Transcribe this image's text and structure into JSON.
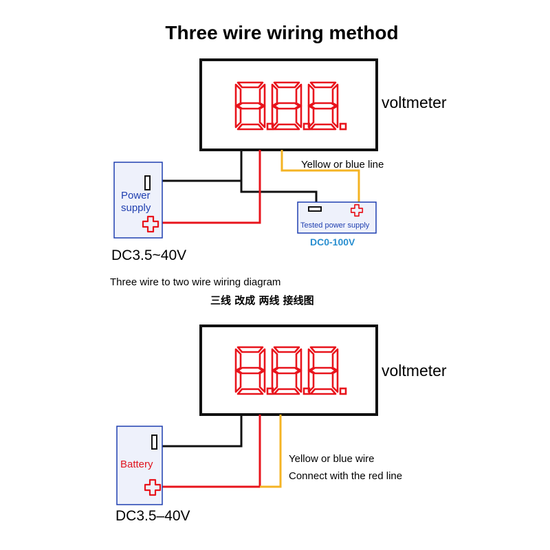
{
  "title": "Three wire wiring method",
  "top": {
    "meter_label": "voltmeter",
    "display_digits": "8.8.8.",
    "signal_wire_label": "Yellow or blue line",
    "power_box": {
      "line1": "Power",
      "line2": "supply",
      "voltage": "DC3.5~40V"
    },
    "tested_box": {
      "label": "Tested power supply",
      "range": "DC0-100V"
    }
  },
  "middle": {
    "caption_en": "Three wire to two wire wiring diagram",
    "caption_cn": "三线 改成 两线 接线图"
  },
  "bottom": {
    "meter_label": "voltmeter",
    "display_digits": "8.8.8.",
    "note_line1": "Yellow or blue wire",
    "note_line2": "Connect with the red line",
    "battery_box": {
      "label": "Battery",
      "voltage": "DC3.5–40V"
    }
  },
  "colors": {
    "segment": "#e8141c",
    "wire_red": "#e8141c",
    "wire_yellow": "#f4b323",
    "wire_black": "#111111",
    "box_border": "#1f3fb0",
    "box_fill": "#eef1fb"
  }
}
